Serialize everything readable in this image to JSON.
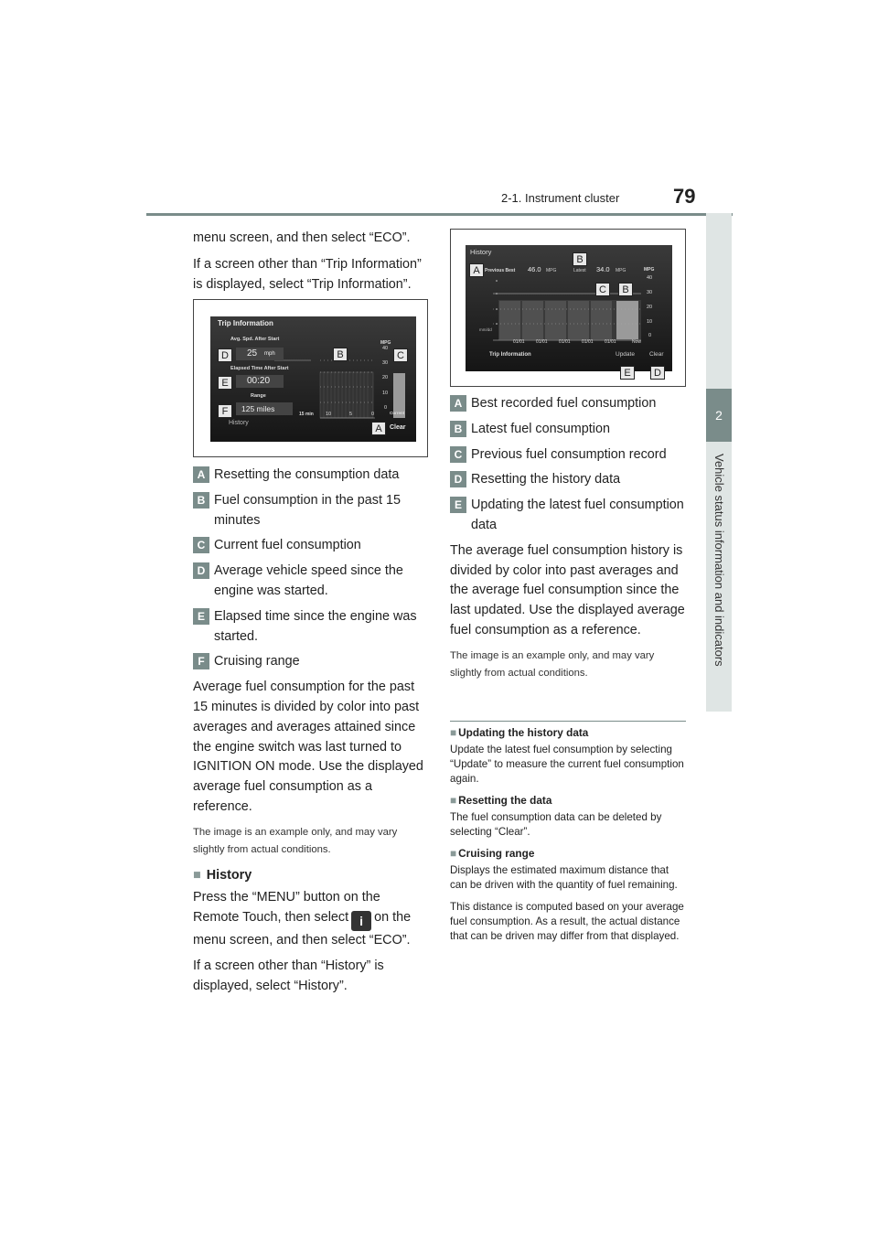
{
  "header": {
    "section": "2-1. Instrument cluster",
    "page_number": "79"
  },
  "side_tab": {
    "number": "2",
    "title": "Vehicle status information and indicators"
  },
  "left": {
    "intro1": "menu screen, and then select “ECO”.",
    "intro2": "If a screen other than “Trip Information” is displayed, select “Trip Information”.",
    "screen": {
      "title": "Trip Information",
      "avg_label": "Avg. Spd. After Start",
      "avg_value": "25",
      "avg_unit": "mph",
      "elapsed_label": "Elapsed Time After Start",
      "elapsed_value": "00:20",
      "range_label": "Range",
      "range_value": "125 miles",
      "history": "History",
      "clear": "Clear",
      "current": "Current",
      "mpg": "MPG",
      "y_ticks": [
        "40",
        "30",
        "20",
        "10",
        "0"
      ],
      "x_ticks": [
        "15 min",
        "10",
        "5",
        "0"
      ]
    },
    "legend": [
      {
        "key": "A",
        "text": "Resetting the consumption data"
      },
      {
        "key": "B",
        "text": "Fuel consumption in the past 15 minutes"
      },
      {
        "key": "C",
        "text": "Current fuel consumption"
      },
      {
        "key": "D",
        "text": "Average vehicle speed since the engine was started."
      },
      {
        "key": "E",
        "text": "Elapsed time since the engine was started."
      },
      {
        "key": "F",
        "text": "Cruising range"
      }
    ],
    "body": "Average fuel consumption for the past 15 minutes is divided by color into past averages and averages attained since the engine switch was last turned to IGNITION ON mode. Use the displayed average fuel consumption as a reference.",
    "note": "The image is an example only, and may vary slightly from actual conditions.",
    "history_head": "History",
    "history_p1a": "Press the “MENU” button on the Remote Touch, then select",
    "history_p1b": "on the menu screen, and then select “ECO”.",
    "history_p2": "If a screen other than “History” is displayed, select “History”."
  },
  "right": {
    "screen": {
      "title": "History",
      "prev_best_label": "Previous Best",
      "prev_best_value": "46.0",
      "latest_label": "Latest",
      "latest_value": "34.0",
      "unit": "MPG",
      "mpg": "MPG",
      "y_ticks": [
        "40",
        "30",
        "20",
        "10",
        "0"
      ],
      "mmdd": "mm/dd",
      "x_ticks": [
        "01/01",
        "01/01",
        "01/01",
        "01/01",
        "01/01",
        "Now"
      ],
      "trip_info": "Trip Information",
      "update": "Update",
      "clear": "Clear"
    },
    "legend": [
      {
        "key": "A",
        "text": "Best recorded fuel consumption"
      },
      {
        "key": "B",
        "text": "Latest fuel consumption"
      },
      {
        "key": "C",
        "text": "Previous fuel consumption record"
      },
      {
        "key": "D",
        "text": "Resetting the history data"
      },
      {
        "key": "E",
        "text": "Updating the latest fuel consumption data"
      }
    ],
    "body": "The average fuel consumption history is divided by color into past averages and the average fuel consumption since the last updated. Use the displayed average fuel consumption as a reference.",
    "note": "The image is an example only, and may vary slightly from actual conditions.",
    "sections": [
      {
        "head": "Updating the history data",
        "paras": [
          "Update the latest fuel consumption by selecting “Update” to measure the current fuel consumption again."
        ]
      },
      {
        "head": "Resetting the data",
        "paras": [
          "The fuel consumption data can be deleted by selecting “Clear”."
        ]
      },
      {
        "head": "Cruising range",
        "paras": [
          "Displays the estimated maximum distance that can be driven with the quantity of fuel remaining.",
          "This distance is computed based on your average fuel consumption. As a result, the actual distance that can be driven may differ from that displayed."
        ]
      }
    ]
  },
  "square_bullet": "■",
  "info_glyph": "i"
}
